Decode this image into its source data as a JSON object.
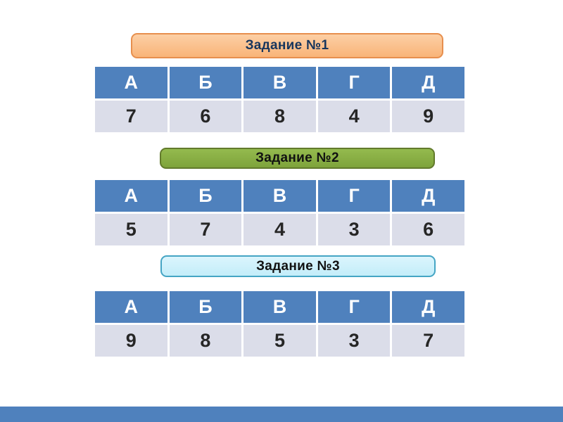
{
  "colors": {
    "table_header_bg": "#4f81bd",
    "table_header_text": "#ffffff",
    "table_row_bg": "#dbdde9",
    "table_row_text": "#262626",
    "banner1_fill": "#f9b478",
    "banner1_border": "#e78f4e",
    "banner2_fill": "#7ea33b",
    "banner2_border": "#627a2c",
    "banner3_fill": "#c3edf9",
    "banner3_border": "#45a5c4",
    "footer_bar": "#4f81bd"
  },
  "tasks": [
    {
      "label": "Задание №1",
      "headers": [
        "А",
        "Б",
        "В",
        "Г",
        "Д"
      ],
      "values": [
        "7",
        "6",
        "8",
        "4",
        "9"
      ]
    },
    {
      "label": "Задание №2",
      "headers": [
        "А",
        "Б",
        "В",
        "Г",
        "Д"
      ],
      "values": [
        "5",
        "7",
        "4",
        "3",
        "6"
      ]
    },
    {
      "label": "Задание №3",
      "headers": [
        "А",
        "Б",
        "В",
        "Г",
        "Д"
      ],
      "values": [
        "9",
        "8",
        "5",
        "3",
        "7"
      ]
    }
  ]
}
